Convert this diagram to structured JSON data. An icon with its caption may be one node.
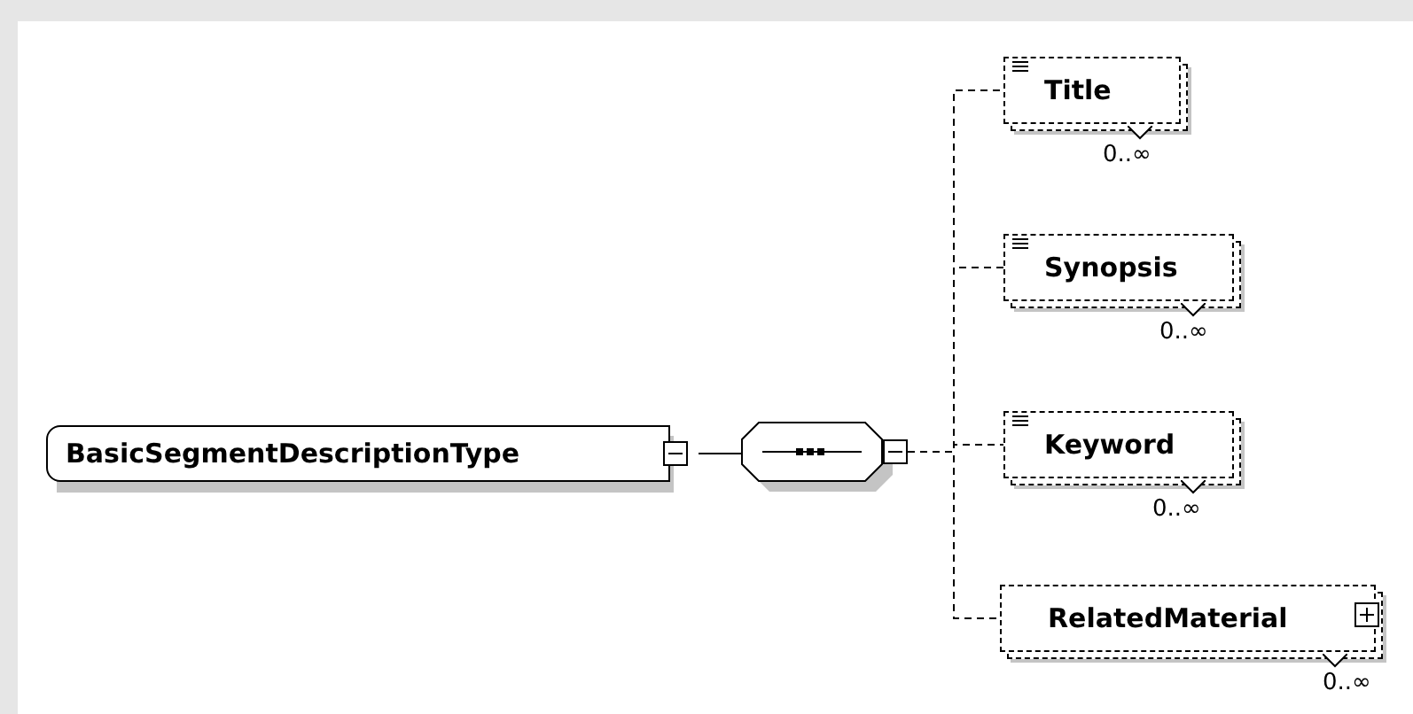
{
  "diagram": {
    "nodes": [
      {
        "text": [
          "BasicSegmentDescriptionType"
        ]
      },
      {
        "text": [],
        "shape": "octagon"
      },
      {
        "text": [
          "Title"
        ],
        "beside": [
          "0..∞"
        ]
      },
      {
        "text": [
          "Synopsis"
        ],
        "beside": [
          "0..∞"
        ]
      },
      {
        "text": [
          "Keyword"
        ],
        "beside": [
          "0..∞"
        ]
      },
      {
        "text": [
          "RelatedMaterial"
        ],
        "beside": [
          "0..∞"
        ]
      }
    ],
    "edges": [
      {
        "from": 0,
        "to": 1,
        "arrow": "none"
      },
      {
        "from": 1,
        "to": 2,
        "arrow": "none",
        "style": "dashed"
      },
      {
        "from": 1,
        "to": 3,
        "arrow": "none",
        "style": "dashed"
      },
      {
        "from": 1,
        "to": 4,
        "arrow": "none",
        "style": "dashed"
      },
      {
        "from": 1,
        "to": 5,
        "arrow": "none",
        "style": "dashed"
      }
    ]
  }
}
